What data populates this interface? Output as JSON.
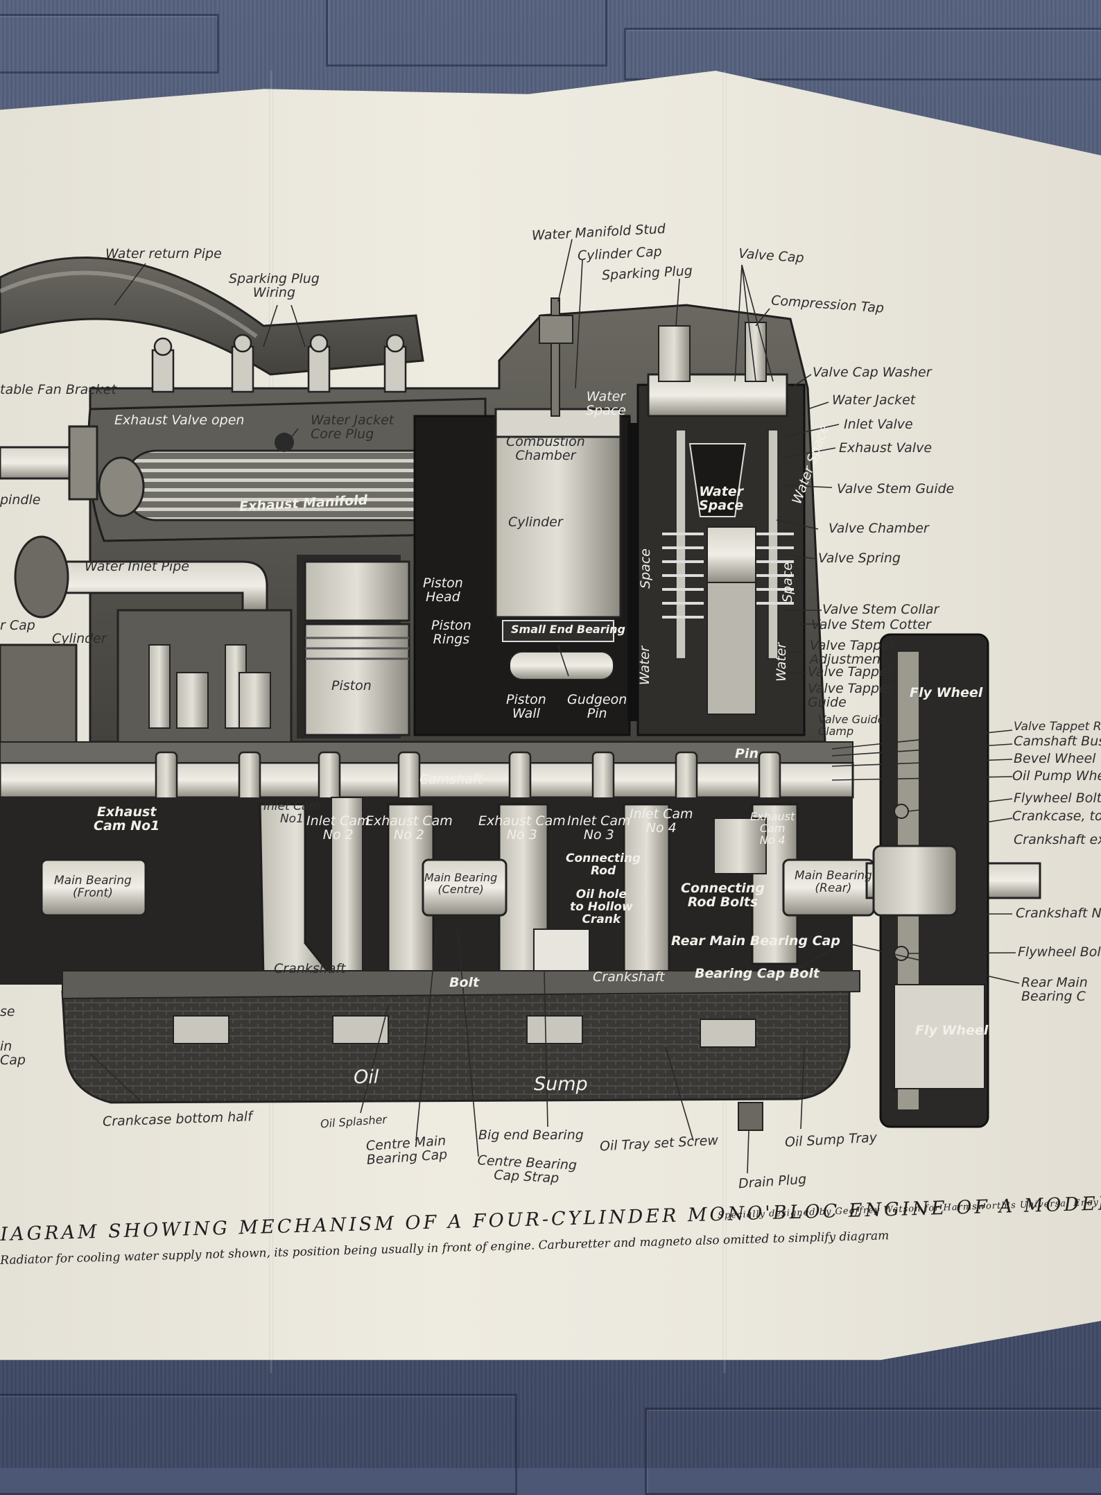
{
  "caption": {
    "title": "IAGRAM SHOWING MECHANISM OF A FOUR-CYLINDER MONO'BLOC ENGINE OF A MODERN MOTOR C",
    "subtitle": "Radiator for cooling water supply not shown, its position being usually in front of engine. Carburetter and magneto also omitted to simplify diagram",
    "credit": "Specially designed by Geoffrey Watson for Harmsworth's Universal Ency"
  },
  "labels": {
    "water_return_pipe": "Water return Pipe",
    "sparking_plug_wiring": "Sparking Plug\nWiring",
    "table_fan_bracket": "table Fan Bracket",
    "exhaust_valve_open": "Exhaust Valve open",
    "water_jacket_core_plug": "Water Jacket\nCore Plug",
    "pindle": "pindle",
    "exhaust_manifold": "Exhaust Manifold",
    "water_inlet_pipe": "Water Inlet Pipe",
    "r_cap": "r Cap",
    "cylinder_left": "Cylinder",
    "water_manifold_stud": "Water Manifold Stud",
    "cylinder_cap": "Cylinder Cap",
    "sparking_plug": "Sparking Plug",
    "valve_cap": "Valve Cap",
    "compression_tap": "Compression Tap",
    "water_space_top": "Water\nSpace",
    "combustion_chamber": "Combustion\nChamber",
    "cylinder_center": "Cylinder",
    "piston_head": "Piston\nHead",
    "piston_rings": "Piston\nRings",
    "piston": "Piston",
    "small_end_bearing": "Small End Bearing",
    "piston_wall": "Piston\nWall",
    "gudgeon_pin": "Gudgeon\nPin",
    "space_vertical": "Space",
    "water_vertical": "Water",
    "water_space_valve": "Water\nSpace",
    "water_space_right": "Water Space",
    "space_right": "Space",
    "water_right": "Water",
    "valve_cap_washer": "Valve Cap Washer",
    "water_jacket": "Water Jacket",
    "inlet_valve": "Inlet Valve",
    "exhaust_valve": "Exhaust Valve",
    "valve_stem_guide": "Valve Stem Guide",
    "valve_chamber": "Valve Chamber",
    "valve_spring": "Valve Spring",
    "valve_stem_collar": "Valve Stem Collar",
    "valve_stem_cotter": "Valve Stem Cotter",
    "valve_tappet_adjustment": "Valve Tappet\nAdjustment",
    "valve_tappet": "Valve Tappet",
    "valve_tappet_guide": "Valve Tappet\nGuide",
    "valve_guide_clamp": "Valve Guide\nClamp",
    "fly_wheel_top": "Fly Wheel",
    "fly_wheel_bottom": "Fly Wheel",
    "pin": "Pin",
    "valve_tappet_ro": "Valve Tappet Ro",
    "camshaft_bus": "Camshaft Bus",
    "bevel_wheel": "Bevel Wheel (O",
    "oil_pump_whee": "Oil Pump Whee",
    "flywheel_bolt_top": "Flywheel Bolt",
    "crankcase_top": "Crankcase, to",
    "crankshaft_ex": "Crankshaft ex",
    "crankshaft_n": "Crankshaft N",
    "flywheel_bol": "Flywheel Bol",
    "rear_main_bearing_c": "Rear Main\nBearing C",
    "camshaft": "Camshaft",
    "exhaust_cam_1": "Exhaust\nCam No1",
    "inlet_cam_1": "Inlet Cam\nNo1",
    "inlet_cam_2": "Inlet Cam\nNo 2",
    "exhaust_cam_2": "Exhaust Cam\nNo 2",
    "exhaust_cam_3": "Exhaust Cam\nNo 3",
    "inlet_cam_3": "Inlet Cam\nNo 3",
    "inlet_cam_4": "Inlet Cam\nNo 4",
    "exhaust_cam_4": "Exhaust\nCam\nNo 4",
    "main_bearing_front": "Main Bearing\n(Front)",
    "main_bearing_centre": "Main Bearing\n(Centre)",
    "main_bearing_rear": "Main Bearing\n(Rear)",
    "connecting_rod": "Connecting\nRod",
    "oil_hole": "Oil hole\nto Hollow\nCrank",
    "connecting_rod_bolts": "Connecting\nRod Bolts",
    "rear_main_bearing_cap": "Rear Main Bearing Cap",
    "bearing_cap_bolt": "Bearing Cap Bolt",
    "crankshaft_left": "Crankshaft",
    "crankshaft_right": "Crankshaft",
    "bolt": "Bolt",
    "oil": "Oil",
    "sump": "Sump",
    "se": "se",
    "in_cap": "in\nCap",
    "crankcase_bottom_half": "Crankcase bottom half",
    "oil_splasher": "Oil Splasher",
    "centre_main_bearing_cap": "Centre Main\nBearing Cap",
    "big_end_bearing": "Big end Bearing",
    "centre_bearing_cap_strap": "Centre Bearing\nCap Strap",
    "oil_tray_set_screw": "Oil Tray set Screw",
    "oil_sump_tray": "Oil Sump Tray",
    "drain_plug": "Drain Plug"
  }
}
